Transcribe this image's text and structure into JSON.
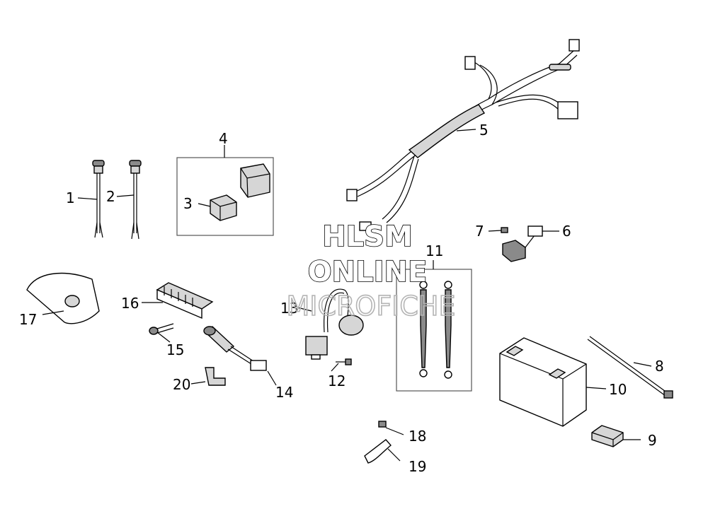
{
  "labels": {
    "l1": "1",
    "l2": "2",
    "l3": "3",
    "l4": "4",
    "l5": "5",
    "l6": "6",
    "l7": "7",
    "l8": "8",
    "l9": "9",
    "l10": "10",
    "l11": "11",
    "l12": "12",
    "l13": "13",
    "l14": "14",
    "l15": "15",
    "l16": "16",
    "l17": "17",
    "l18": "18",
    "l19": "19",
    "l20": "20"
  },
  "watermark": {
    "line1": "HLSM",
    "line2": "ONLINE",
    "line3": "MICROFICHE"
  }
}
